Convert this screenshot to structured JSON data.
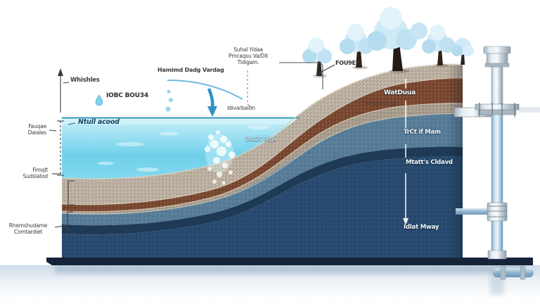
{
  "diagram": {
    "kind": "groundwater-aquifer-cross-section",
    "labels": {
      "scale_top": "Whishles",
      "recharge_code": "IOBC BOU34",
      "water_surface": "Ntull acood",
      "depth_upper": [
        "Fauqae",
        "Daiales"
      ],
      "depth_lower": [
        "Fimqlt",
        "Sudslatod"
      ],
      "bottom_left": [
        "Rhemshudame",
        "Comtardiet"
      ],
      "flow_arrow": "Hamimd Dadg Vardag",
      "surface_callout": [
        "Suhal Yidaa",
        "Pmcaqsu Va/Dit",
        "Tidigam."
      ],
      "infiltration": "Idivarbaion",
      "water_body": "Dac2C Srlga",
      "vegetation": "FOU9ER",
      "layer_topsoil": "WatDuua",
      "layer_gravel_seam": "Amp/deed lgz",
      "layer_slate": "TrCt if Mam",
      "layer_navy": "Mtatt's Cldavd",
      "layer_deep": "Idlat Mway"
    },
    "colors": {
      "water": "#7fd6ee",
      "water_line": "#1d87ae",
      "topsoil_brown": "#7c4a32",
      "gravel_tan": "#b2a697",
      "slate_blue": "#577c97",
      "deep_navy": "#284a6e",
      "base_bar": "#152439",
      "tree_canopy": "#d2ecf8",
      "arrow_blue": "#2d93c8",
      "pipe_silver": "#cfd9e0",
      "pipe_blue": "#9cc4de"
    }
  }
}
